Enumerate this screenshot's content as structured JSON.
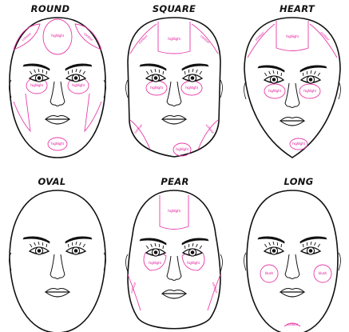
{
  "colors": {
    "outline": "#111111",
    "zone": "#e83ca8",
    "zone_text": "#e0179a",
    "skin": "#ffffff"
  },
  "zone_labels": {
    "highlight": "highlight",
    "contour": "contour",
    "blush": "blush"
  },
  "faces": [
    {
      "id": "round",
      "title": "ROUND"
    },
    {
      "id": "square",
      "title": "SQUARE"
    },
    {
      "id": "heart",
      "title": "HEART"
    },
    {
      "id": "oval",
      "title": "OVAL"
    },
    {
      "id": "pear",
      "title": "PEAR"
    },
    {
      "id": "long",
      "title": "LONG"
    }
  ]
}
